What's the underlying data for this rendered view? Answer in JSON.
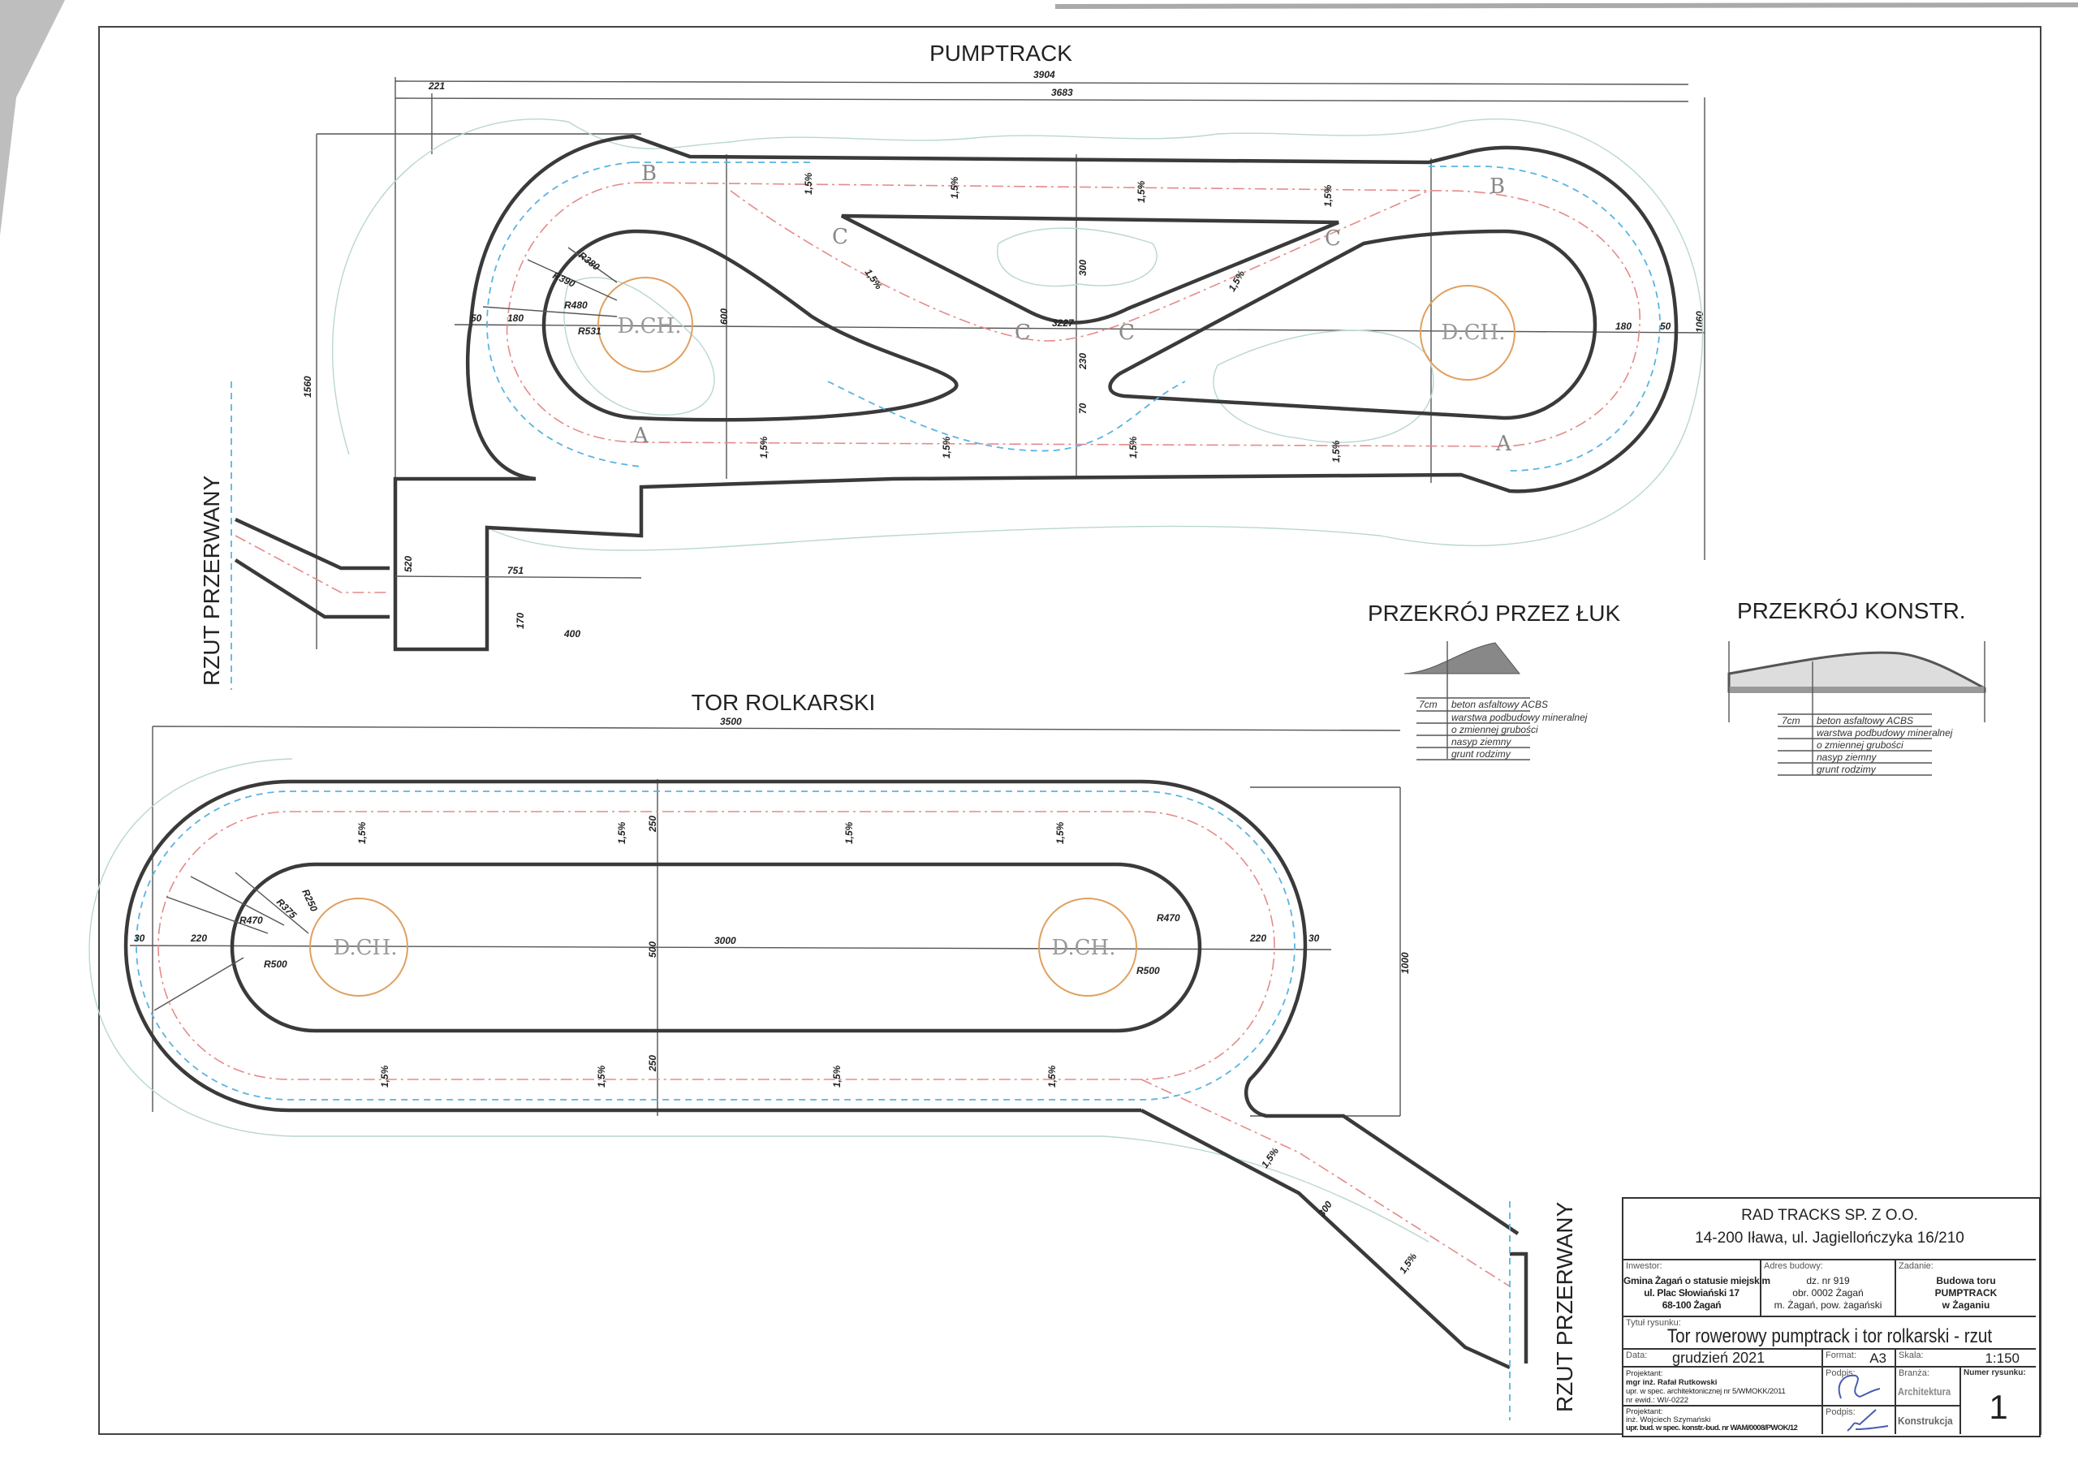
{
  "drawing": {
    "pumptrack_title": "PUMPTRACK",
    "roller_title": "TOR ROLKARSKI",
    "broken_view_label": "RZUT PRZERWANY",
    "center_label": "D.CH.",
    "markers": {
      "a": "A",
      "b": "B",
      "c": "C"
    },
    "pumptrack_dims": {
      "overall": "3904",
      "inner": "3683",
      "offset": "221",
      "height": "1560",
      "height_right": "1060",
      "r1": "R380",
      "r2": "R390",
      "r3": "R480",
      "r4": "R531",
      "edge": "50",
      "width": "180",
      "center_w": "600",
      "mid": "3227",
      "h300": "300",
      "h230": "230",
      "h70": "70",
      "slope": "1,5%",
      "tail_h": "520",
      "tail_w": "751",
      "tail_small": "170",
      "tail_400": "400"
    },
    "roller_dims": {
      "overall": "3500",
      "straight": "3000",
      "height": "1000",
      "width": "500",
      "lane": "250",
      "edge": "30",
      "lane_w": "220",
      "r1": "R470",
      "r2": "R375",
      "r3": "R250",
      "r4": "R500",
      "slope": "1,5%",
      "tail": "300"
    },
    "section_arc": {
      "title": "PRZEKRÓJ PRZEZ ŁUK",
      "layers": [
        "7cm",
        "beton asfaltowy ACBS",
        "warstwa podbudowy mineralnej",
        "o zmiennej grubości",
        "nasyp ziemny",
        "grunt rodzimy"
      ]
    },
    "section_constr": {
      "title": "PRZEKRÓJ KONSTR.",
      "layers": [
        "7cm",
        "beton asfaltowy ACBS",
        "warstwa podbudowy mineralnej",
        "o zmiennej grubości",
        "nasyp ziemny",
        "grunt rodzimy"
      ]
    }
  },
  "title_block": {
    "company": "RAD TRACKS SP. Z O.O.",
    "address": "14-200 Iława, ul. Jagiellończyka 16/210",
    "investor_label": "Inwestor:",
    "investor": [
      "Gmina Żagań o statusie miejskim",
      "ul. Plac Słowiański 17",
      "68-100 Żagań"
    ],
    "site_label": "Adres budowy:",
    "site": [
      "dz. nr 919",
      "obr. 0002 Żagań",
      "m. Żagań, pow. żagański"
    ],
    "task_label": "Zadanie:",
    "task": [
      "Budowa toru",
      "PUMPTRACK",
      "w Żaganiu"
    ],
    "drawing_title_label": "Tytuł rysunku:",
    "drawing_title": "Tor rowerowy pumptrack i tor rolkarski - rzut",
    "date_label": "Data:",
    "date": "grudzień 2021",
    "format_label": "Format:",
    "format": "A3",
    "scale_label": "Skala:",
    "scale": "1:150",
    "designer1_label": "Projektant:",
    "designer1": [
      "mgr inż. Rafał Rutkowski",
      "upr. w spec. architektonicznej nr 5/WMOKK/2011",
      "nr ewid.: WI/-0222"
    ],
    "designer2_label": "Projektant:",
    "designer2": [
      "inż. Wojciech Szymański",
      "upr. bud. w spec. konstr.-bud. nr WAM/0008/PWOK/12"
    ],
    "signature_label": "Podpis:",
    "branch_label": "Branża:",
    "branch1": "Architektura",
    "branch2": "Konstrukcja",
    "number_label": "Numer rysunku:",
    "number": "1"
  }
}
